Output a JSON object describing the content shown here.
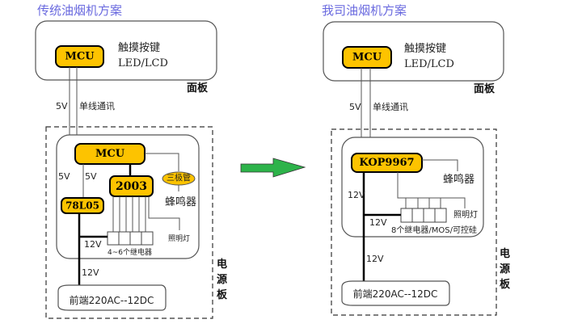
{
  "left": {
    "title": "传统油烟机方案",
    "panel": {
      "mcu": "MCU",
      "touch": "触摸按键",
      "display": "LED/LCD",
      "label": "面板"
    },
    "link": {
      "voltage": "5V",
      "comm": "单线通讯"
    },
    "power_board": {
      "mcu": "MCU",
      "driver": "2003",
      "regulator": "78L05",
      "transistor": "三极管",
      "buzzer": "蜂鸣器",
      "light": "照明灯",
      "relays": "4~6个继电器",
      "v5_left": "5V",
      "v5_right": "5V",
      "v12_relay": "12V",
      "v12_main": "12V",
      "frontend": "前端220AC--12DC",
      "label": [
        "电",
        "源",
        "板"
      ]
    }
  },
  "arrow": {
    "color": "#2db34a",
    "direction": "right"
  },
  "right": {
    "title": "我司油烟机方案",
    "panel": {
      "mcu": "MCU",
      "touch": "触摸按键",
      "display": "LED/LCD",
      "label": "面板"
    },
    "link": {
      "voltage": "5V",
      "comm": "单线通讯"
    },
    "power_board": {
      "mcu": "KOP9967",
      "buzzer": "蜂鸣器",
      "light": "照明灯",
      "relays": "8个继电器/MOS/可控硅",
      "v12_left": "12V",
      "v12_relay": "12V",
      "v12_main": "12V",
      "frontend": "前端220AC--12DC",
      "label": [
        "电",
        "源",
        "板"
      ]
    }
  },
  "colors": {
    "chip": "#fdc300",
    "title": "#6a6adf"
  }
}
